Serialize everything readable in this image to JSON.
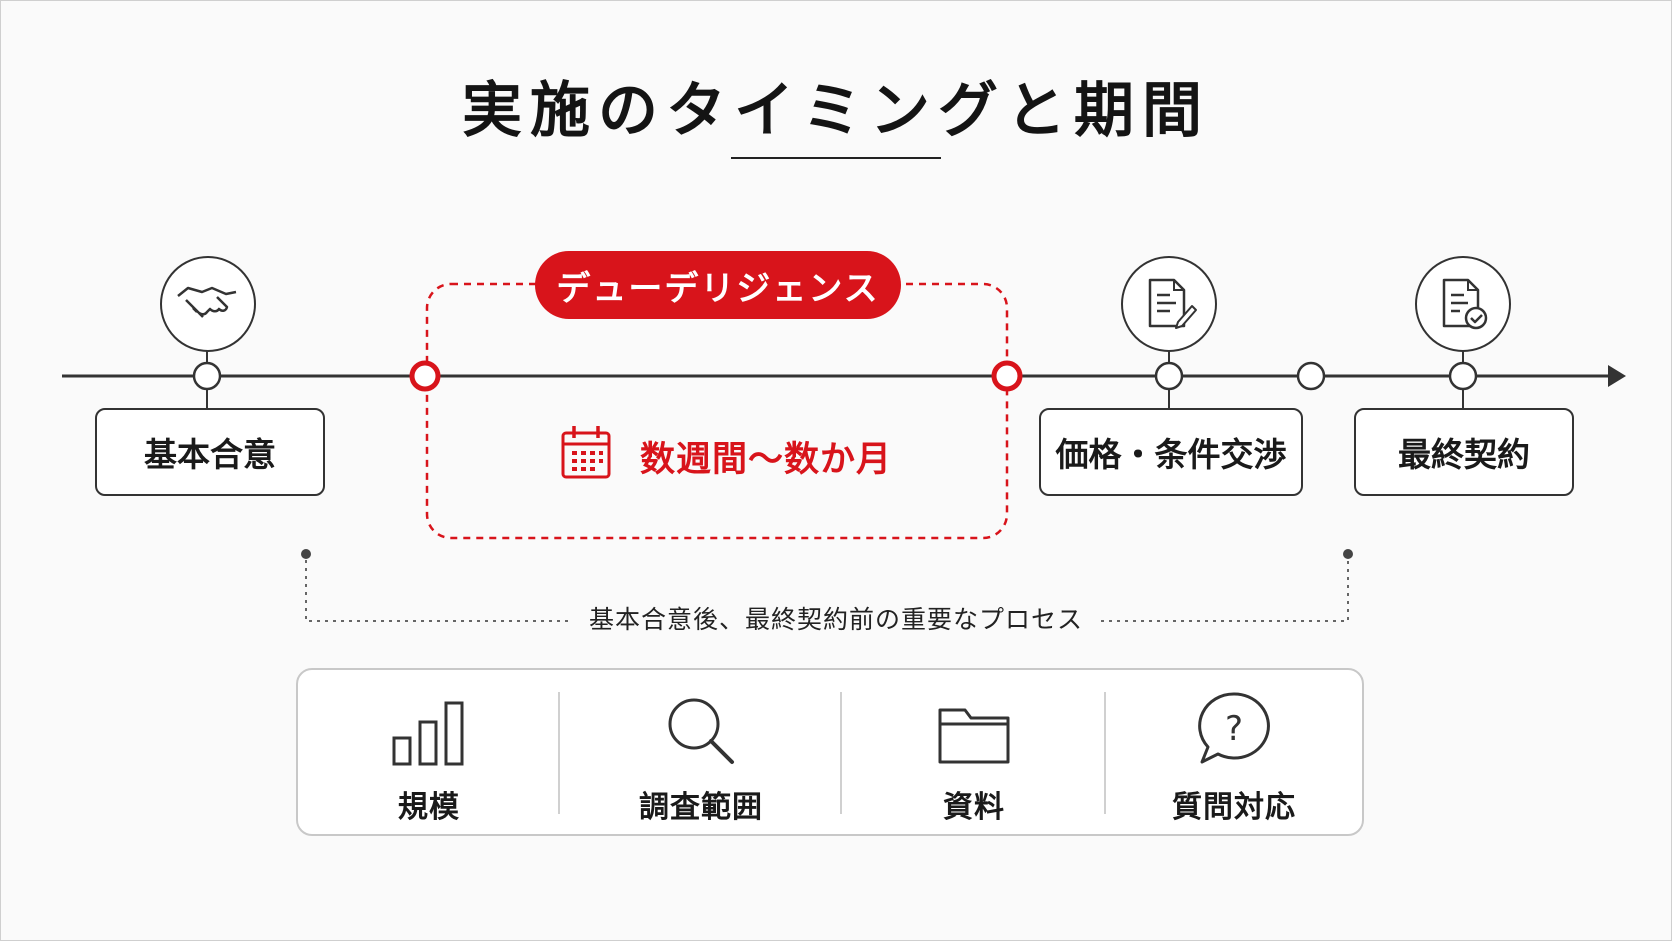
{
  "title": "実施のタイミングと期間",
  "colors": {
    "accent": "#d8141b",
    "line": "#333333",
    "muted_border": "#c8c8c8"
  },
  "timeline": {
    "dd_badge": "デューデリジェンス",
    "duration": "数週間〜数か月",
    "duration_icon": "calendar-icon",
    "stages": [
      {
        "label": "基本合意",
        "icon": "handshake-icon"
      },
      {
        "label": "価格・条件交渉",
        "icon": "document-edit-icon"
      },
      {
        "label": "最終契約",
        "icon": "document-check-icon"
      }
    ]
  },
  "note": "基本合意後、最終契約前の重要なプロセス",
  "features": [
    {
      "label": "規模",
      "icon": "bar-chart-icon"
    },
    {
      "label": "調査範囲",
      "icon": "search-icon"
    },
    {
      "label": "資料",
      "icon": "folder-icon"
    },
    {
      "label": "質問対応",
      "icon": "question-bubble-icon"
    }
  ]
}
